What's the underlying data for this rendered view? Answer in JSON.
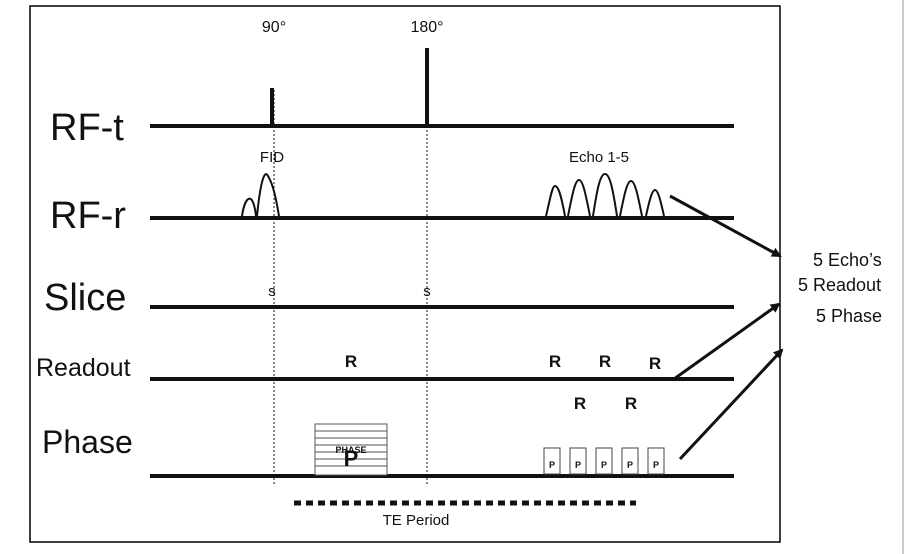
{
  "pulses": {
    "rf90": "90°",
    "rf180": "180°"
  },
  "rows": {
    "rf_t": "RF-t",
    "rf_r": "RF-r",
    "slice": "Slice",
    "readout": "Readout",
    "phase": "Phase"
  },
  "signals": {
    "fid": "FID",
    "echo": "Echo 1-5"
  },
  "markers": {
    "slice": "s",
    "readout": "R",
    "phase_block_letter": "P",
    "phase_block_text": "PHASE",
    "phase_small": "P"
  },
  "te_period": "TE Period",
  "summary": [
    "5 Echo’s",
    "5 Readout",
    "5 Phase"
  ],
  "colors": {
    "ink": "#111111",
    "frame": "#000000",
    "background": "#ffffff"
  }
}
